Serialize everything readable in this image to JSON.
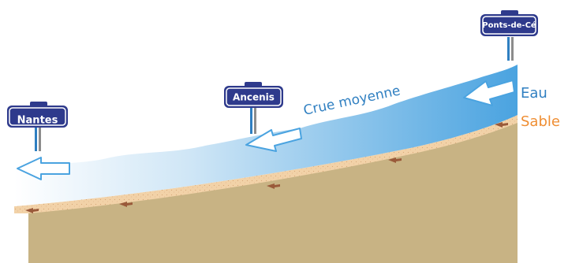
{
  "signs": {
    "nantes": "Nantes",
    "ancenis": "Ancenis",
    "ponts": "Ponts-de-Cé"
  },
  "labels": {
    "crue": "Crue moyenne",
    "eau": "Eau",
    "sable": "Sable"
  },
  "colors": {
    "water_dark": "#4aa3e0",
    "water_light": "#ffffff",
    "sand": "#f2d2a8",
    "ground": "#c8b384",
    "sign_blue": "#2e3a8c",
    "arrow_brown": "#9a5a3a"
  }
}
